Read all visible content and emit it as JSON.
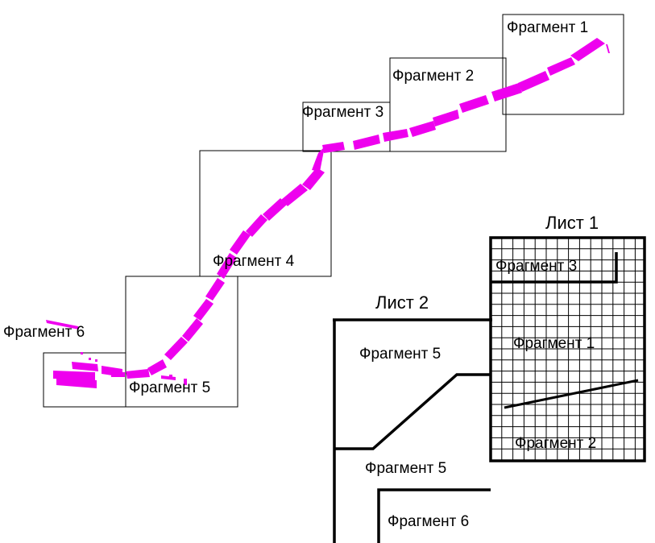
{
  "fragments": {
    "f1": "Фрагмент 1",
    "f2": "Фрагмент 2",
    "f3": "Фрагмент 3",
    "f4": "Фрагмент 4",
    "f5": "Фрагмент 5",
    "f6": "Фрагмент 6"
  },
  "sheet1": {
    "title": "Лист 1",
    "frag3": "Фрагмент 3",
    "frag1": "Фрагмент 1",
    "frag2": "Фрагмент 2"
  },
  "sheet2": {
    "title": "Лист 2",
    "frag5_top": "Фрагмент 5",
    "frag5_bottom": "Фрагмент 5",
    "frag6": "Фрагмент 6"
  },
  "colors": {
    "route": "#ee00ee",
    "lines": "#000000"
  }
}
